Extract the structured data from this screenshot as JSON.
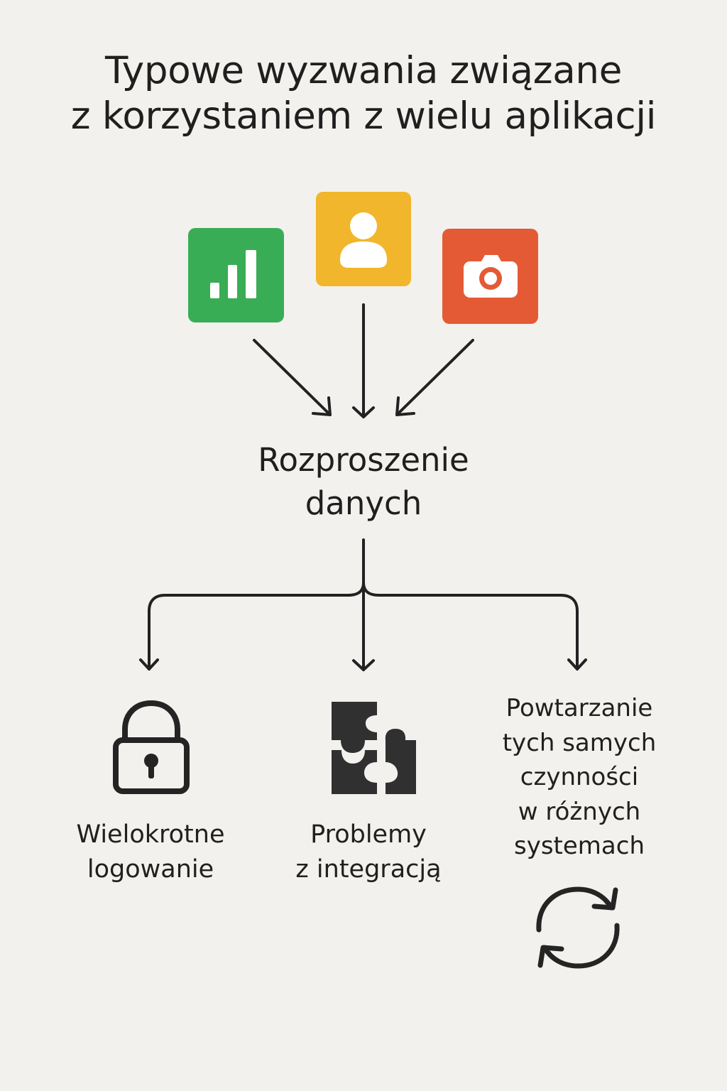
{
  "title": {
    "line1": "Typowe wyzwania związane",
    "line2": "z korzystaniem z wielu aplikacji"
  },
  "apps": [
    {
      "icon": "bar-chart-icon",
      "color": "#39ad55"
    },
    {
      "icon": "user-icon",
      "color": "#f1b62c"
    },
    {
      "icon": "camera-icon",
      "color": "#e35a35"
    }
  ],
  "center": {
    "line1": "Rozproszenie",
    "line2": "danych"
  },
  "challenges": [
    {
      "icon": "lock-icon",
      "lines": [
        "Wielokrotne",
        "logowanie"
      ]
    },
    {
      "icon": "puzzle-icon",
      "lines": [
        "Problemy",
        "z integracją"
      ]
    },
    {
      "icon": "refresh-icon",
      "lines": [
        "Powtarzanie",
        "tych samych",
        "czynności",
        "w różnych",
        "systemach"
      ]
    }
  ],
  "colors": {
    "background": "#f3f1ed",
    "text": "#1f1f1f",
    "green": "#39ad55",
    "yellow": "#f1b62c",
    "red": "#e35a35"
  }
}
